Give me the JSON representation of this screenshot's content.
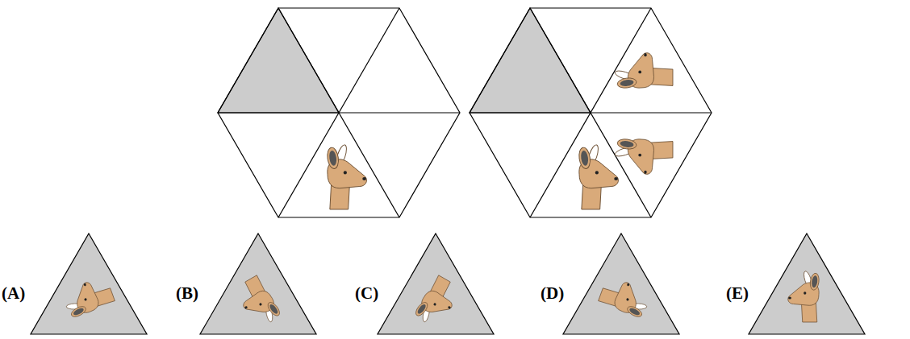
{
  "diagram": {
    "labels": [
      "(A)",
      "(B)",
      "(C)",
      "(D)",
      "(E)"
    ]
  }
}
